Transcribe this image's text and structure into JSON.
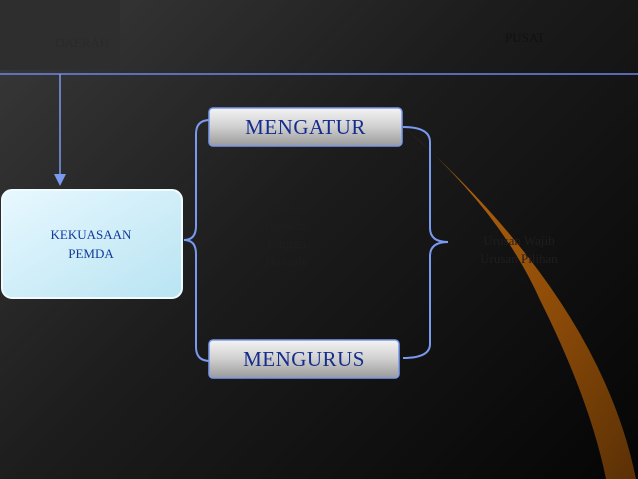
{
  "header": {
    "left_label": "DAERAH",
    "right_label": "PUSAT"
  },
  "power_box": {
    "line1": "KEKUASAAN",
    "line2": "PEMDA"
  },
  "actions": {
    "regulate": "MENGATUR",
    "manage": "MENGURUS"
  },
  "household_affairs": [
    "Urusan",
    "Rumah",
    "Tangga",
    "Daerah"
  ],
  "affair_types": [
    "Urusan Wajib",
    "Urusan Pilihan"
  ],
  "colors": {
    "line_blue": "#5a78d8",
    "box_fill": "#d8f0f8",
    "button_fill": "#c8c8c8",
    "beam_orange": "#a15a0a"
  }
}
